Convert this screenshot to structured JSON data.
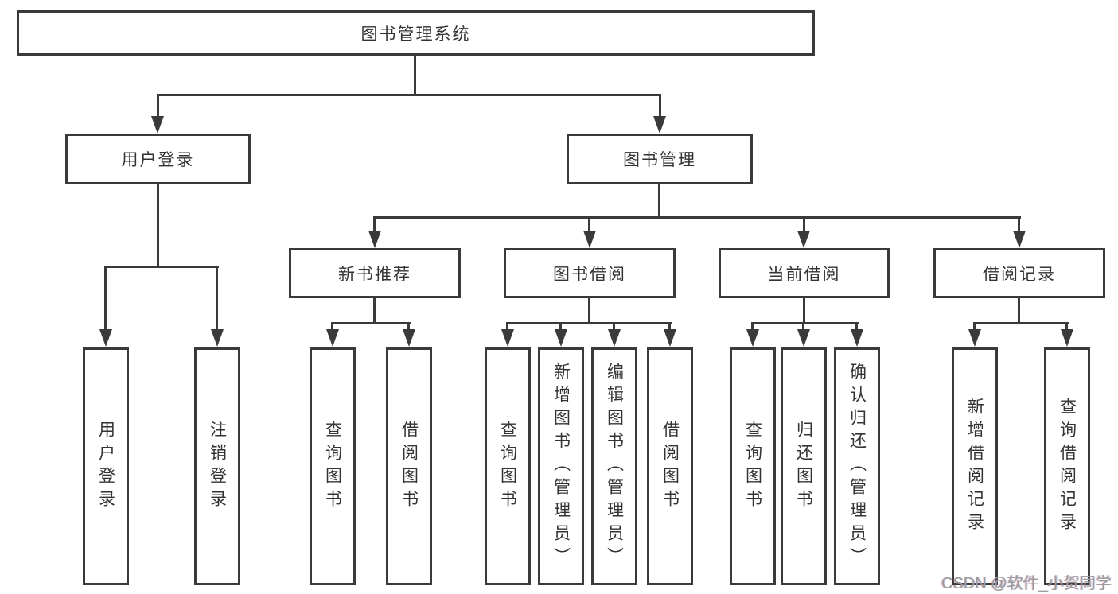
{
  "nodes": {
    "root": {
      "label": "图书管理系统"
    },
    "level2": [
      {
        "label": "用户登录"
      },
      {
        "label": "图书管理"
      }
    ],
    "level3": [
      {
        "label": "新书推荐"
      },
      {
        "label": "图书借阅"
      },
      {
        "label": "当前借阅"
      },
      {
        "label": "借阅记录"
      }
    ],
    "leaves": [
      {
        "label": "用户登录"
      },
      {
        "label": "注销登录"
      },
      {
        "label": "查询图书"
      },
      {
        "label": "借阅图书"
      },
      {
        "label": "查询图书"
      },
      {
        "label": "新增图书（管理员）"
      },
      {
        "label": "编辑图书（管理员）"
      },
      {
        "label": "借阅图书"
      },
      {
        "label": "查询图书"
      },
      {
        "label": "归还图书"
      },
      {
        "label": "确认归还（管理员）"
      },
      {
        "label": "新增借阅记录"
      },
      {
        "label": "查询借阅记录"
      }
    ]
  },
  "watermark": {
    "text": "CSDN @软件_小贺同学"
  },
  "colors": {
    "line": "#3a3a3a",
    "text": "#333333",
    "background": "#ffffff",
    "watermark": "#9c9c9c"
  }
}
